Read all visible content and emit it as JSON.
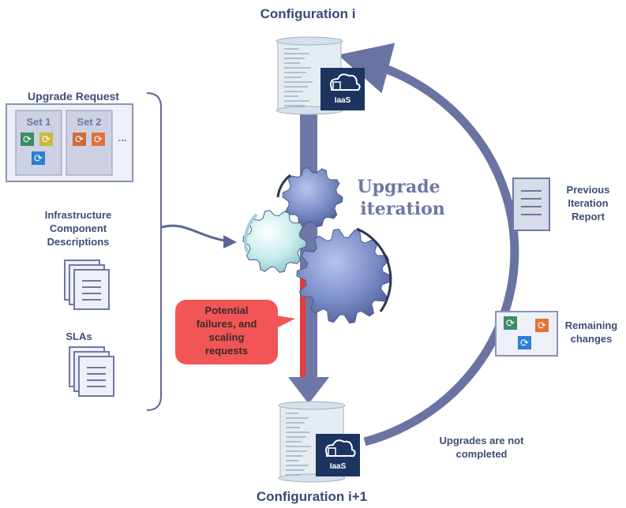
{
  "config_top": {
    "label": "Configuration i",
    "badge": "IaaS"
  },
  "config_bottom": {
    "label": "Configuration i+1",
    "badge": "IaaS"
  },
  "upgrade_request": {
    "title": "Upgrade Request",
    "sets": [
      {
        "label": "Set 1"
      },
      {
        "label": "Set 2"
      }
    ],
    "more": "..."
  },
  "infra_label": "Infrastructure Component Descriptions",
  "slas_label": "SLAs",
  "center_label_line1": "Upgrade",
  "center_label_line2": "iteration",
  "failures_callout": {
    "line1": "Potential",
    "line2": "failures, and",
    "line3": "scaling",
    "line4": "requests"
  },
  "previous_report": {
    "line1": "Previous",
    "line2": "Iteration",
    "line3": "Report"
  },
  "remaining": {
    "line1": "Remaining",
    "line2": "changes"
  },
  "not_completed": {
    "line1": "Upgrades are not",
    "line2": "completed"
  },
  "colors": {
    "text": "#3e4d78",
    "shaft": "#6f77a6",
    "arc": "#6a74a3",
    "callout": "#f25555",
    "red_line": "#e83b3b",
    "iaas": "#1c3460",
    "gear_blue": "#7b8dc6",
    "gear_light": "#c8ecec",
    "panel_bg": "#eef0f7",
    "panel_border": "#8b93b8"
  }
}
